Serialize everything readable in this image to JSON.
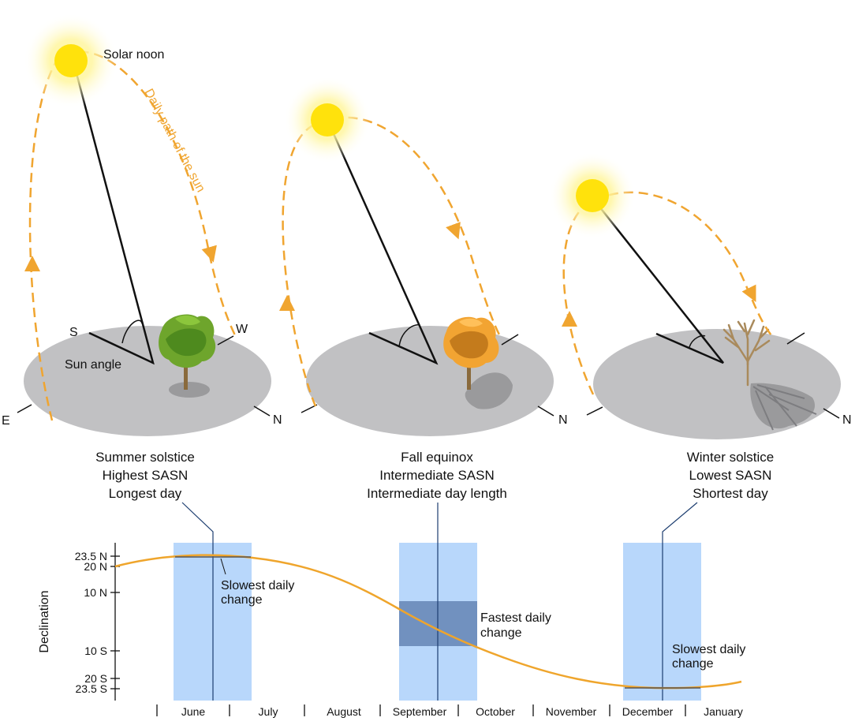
{
  "colors": {
    "sun_path": "#f0a530",
    "ground": "#c1c1c3",
    "band": "#b8d7fb",
    "band_dark": "#7191bf",
    "curve": "#efa52c",
    "sun": "#ffe20c"
  },
  "labels": {
    "solar_noon": "Solar noon",
    "daily_path": "Daily path of the sun",
    "sun_angle": "Sun angle",
    "dir_s": "S",
    "dir_w": "W",
    "dir_e": "E",
    "dir_n": "N"
  },
  "panels": [
    {
      "caption": [
        "Summer solstice",
        "Highest SASN",
        "Longest day"
      ],
      "tree": "green tree"
    },
    {
      "caption": [
        "Fall equinox",
        "Intermediate SASN",
        "Intermediate day length"
      ],
      "tree": "orange tree"
    },
    {
      "caption": [
        "Winter solstice",
        "Lowest SASN",
        "Shortest day"
      ],
      "tree": "bare tree"
    }
  ],
  "chart": {
    "ylabel": "Declination",
    "yticks": [
      "23.5 N",
      "20 N",
      "10 N",
      "10 S",
      "20 S",
      "23.5 S"
    ],
    "months": [
      "June",
      "July",
      "August",
      "September",
      "October",
      "November",
      "December",
      "January"
    ],
    "notes": {
      "june": [
        "Slowest daily",
        "change"
      ],
      "sept": [
        "Fastest daily",
        "change"
      ],
      "dec": [
        "Slowest daily",
        "change"
      ]
    }
  }
}
